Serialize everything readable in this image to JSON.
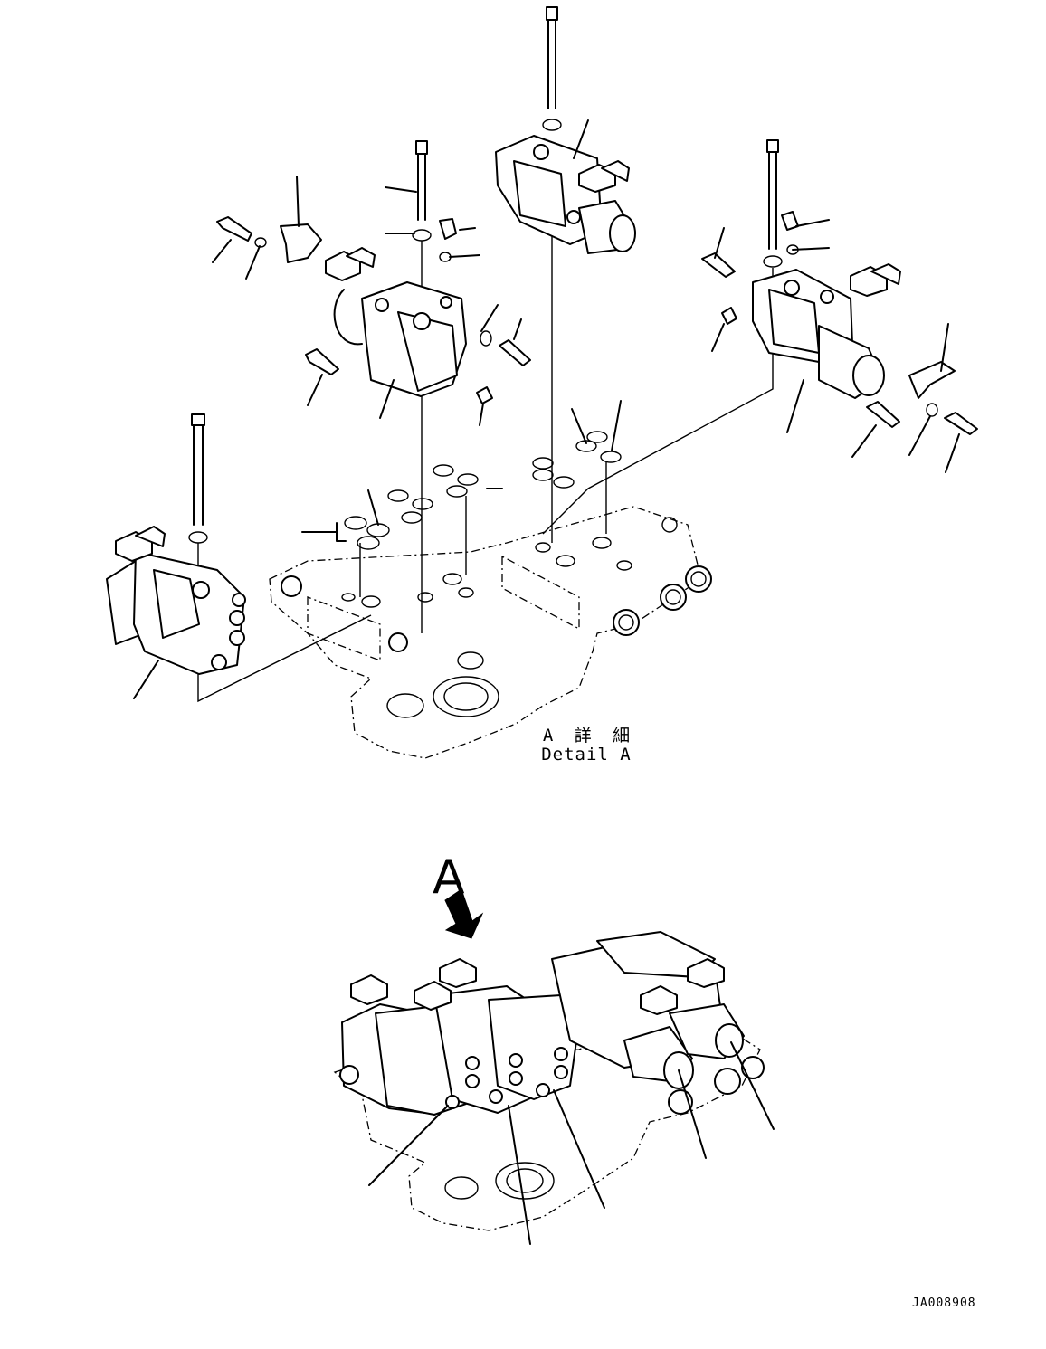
{
  "detail_caption": {
    "japanese": "A 詳 細",
    "english": "Detail A"
  },
  "view_marker": {
    "letter": "A"
  },
  "drawing_id": "JA008908"
}
